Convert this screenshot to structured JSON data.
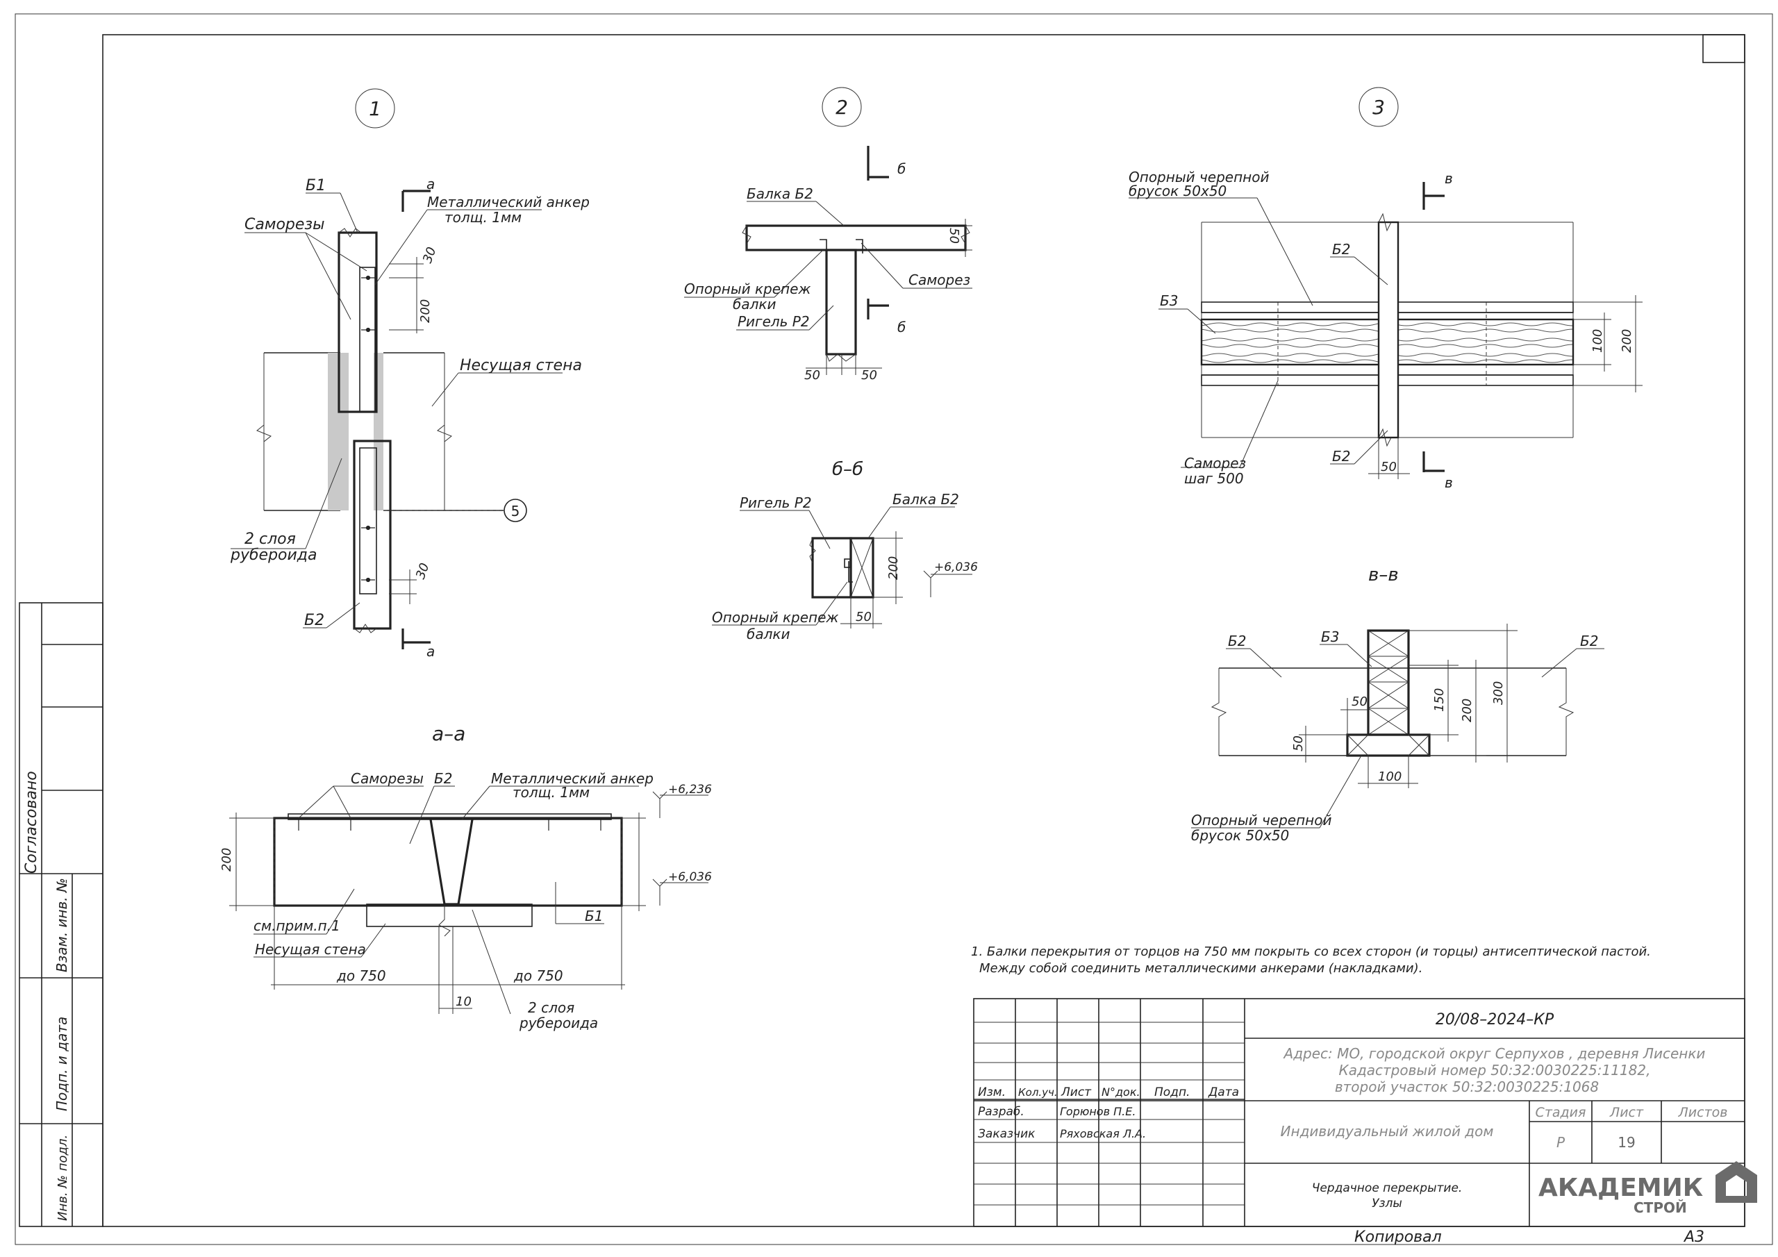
{
  "sheet": {
    "format": "А3",
    "copied": "Копировал",
    "approved": "Согласовано",
    "side_stamp": [
      "Взам. инв. №",
      "Подп. и дата",
      "Инв. № подл."
    ]
  },
  "node1": {
    "num": "1",
    "b1": "Б1",
    "b2": "Б2",
    "screws": "Саморезы",
    "anchor1": "Металлический анкер",
    "anchor2": "толщ. 1мм",
    "wall": "Несущая стена",
    "ruber1": "2 слоя",
    "ruber2": "рубероида",
    "axis": "5",
    "cut": "а",
    "d30a": "30",
    "d200": "200",
    "d30b": "30"
  },
  "node2": {
    "num": "2",
    "beam": "Балка Б2",
    "fix1": "Опорный крепеж",
    "fix2": "балки",
    "rigel": "Ригель Р2",
    "screw": "Саморез",
    "cut": "б",
    "d50": "50",
    "d50a": "50",
    "d50b": "50"
  },
  "section_bb": {
    "title": "б–б",
    "rigel": "Ригель Р2",
    "beam": "Балка Б2",
    "fix1": "Опорный крепеж",
    "fix2": "балки",
    "d200": "200",
    "d50": "50",
    "level": "+6,036"
  },
  "node3": {
    "num": "3",
    "bar1": "Опорный черепной",
    "bar2": "брусок 50х50",
    "b2a": "Б2",
    "b3": "Б3",
    "b2b": "Б2",
    "screw1": "Саморез",
    "screw2": "шаг 500",
    "cut": "в",
    "d100": "100",
    "d200": "200",
    "d50": "50"
  },
  "section_vv": {
    "title": "в–в",
    "b2l": "Б2",
    "b3": "Б3",
    "b2r": "Б2",
    "d50a": "50",
    "d150": "150",
    "d200": "200",
    "d300": "300",
    "d50b": "50",
    "d100": "100",
    "bar1": "Опорный черепной",
    "bar2": "брусок 50х50"
  },
  "section_aa": {
    "title": "а–а",
    "screws": "Саморезы",
    "b2": "Б2",
    "anchor1": "Металлический анкер",
    "anchor2": "толщ. 1мм",
    "level1": "+6,236",
    "level2": "+6,036",
    "d200": "200",
    "b1": "Б1",
    "note": "см.прим.п.1",
    "wall": "Несущая стена",
    "to750a": "до 750",
    "to750b": "до 750",
    "d10": "10",
    "ruber1": "2 слоя",
    "ruber2": "рубероида"
  },
  "notes": {
    "line1": "1. Балки перекрытия от торцов на 750 мм покрыть со всех сторон (и торцы) антисептической пастой.",
    "line2": "Между собой соединить металлическими анкерами (накладками)."
  },
  "title_block": {
    "code": "20/08–2024–КР",
    "addr1": "Адрес: МО, городской округ Серпухов , деревня Лисенки",
    "addr2": "Кадастровый номер 50:32:0030225:11182,",
    "addr3": "второй участок 50:32:0030225:1068",
    "cols": [
      "Изм.",
      "Кол.уч.",
      "Лист",
      "N°док.",
      "Подп.",
      "Дата"
    ],
    "dev_label": "Разраб.",
    "dev_name": "Горюнов П.Е.",
    "cust_label": "Заказчик",
    "cust_name": "Ряховская Л.А.",
    "object": "Индивидуальный жилой дом",
    "stage_h": "Стадия",
    "sheet_h": "Лист",
    "sheets_h": "Листов",
    "stage": "Р",
    "sheet": "19",
    "sheets": "",
    "drawing1": "Чердачное перекрытие.",
    "drawing2": "Узлы",
    "logo1": "АКАДЕМИК",
    "logo2": "СТРОЙ"
  }
}
